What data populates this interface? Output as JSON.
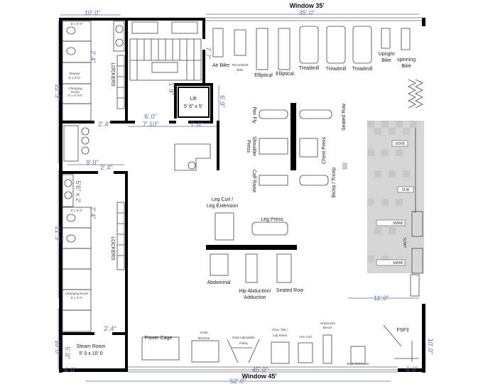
{
  "windows": {
    "top": "Window 35'",
    "bottom": "Window 45'"
  },
  "dimensions": {
    "top_left_width": "10'.0\"",
    "top_window": "35'.0\"",
    "left_upper": "22'.3\"",
    "door_upper_lockers": "2'.4\"",
    "stair_offset": "1'.9\"",
    "stair_wall": "7'.7\"",
    "lift_side": "6'.9\"",
    "opening_inner": "6'.0\"",
    "opening_outer": "7'.10\"",
    "lift_wall": "7'.0\"",
    "door_corridor_upper": "2'.4\"",
    "corridor_width": "9'.0\"",
    "door_corridor_lower": "2'.4\"",
    "left_lower": "21'.3\"",
    "sink_size": "5'6\" x 2'",
    "door_lower_lockers": "2'.4\"",
    "door_steam": "2'.4\"",
    "steam_height": "10'.0\"",
    "steam_inner": "5'.0\"",
    "bottom_left": "4'.0\"",
    "bottom_window": "45'.0\"",
    "total_width": "52'.0\"",
    "bottom_right": "4'.0\"",
    "right_side": "10'.0\"",
    "rack_span": "11'.0\""
  },
  "rooms": {
    "toilet_size_1": "5' x 3' 6\"",
    "shower": "Shower",
    "shower_size": "5' x 3' 6\"",
    "changing": "Changing",
    "changing_room": "Room",
    "changing_size": "5' x 4'-3.5\"",
    "lockers_upper": "LOCKERS",
    "toilet_size_2": "5' x 3' 6\"",
    "lockers_lower": "LOCKERS",
    "changing_lower": "Changing Room",
    "changing_lower_size": "5' x 3' 6\"",
    "steam_room": "Steam Room",
    "steam_size": "5' 0 x 10' 0",
    "lift": "Lift",
    "lift_size": "5' 6\" x 5'"
  },
  "cardio": [
    "Air Bike",
    "Recumbent",
    "Bike",
    "Elliptical",
    "Elliptical",
    "Treadmill",
    "Treadmill",
    "Treadmill",
    "Upright",
    "Bike",
    "spinning",
    "Bike"
  ],
  "machines": {
    "pec_fly": "Pec Fly",
    "shoulder_press_1": "Shoulder",
    "shoulder_press_2": "Press",
    "calf_raise": "Calf Raise",
    "seated_row": "Seated Row",
    "chest_press": "Chest Press",
    "bicep_tricep": "Bicep / Tricep",
    "leg_curl_1": "Leg Curl /",
    "leg_curl_2": "Leg Extension",
    "leg_press": "Leg Press",
    "abdominal": "Abdominal",
    "hip_1": "Hip Abduction/",
    "hip_2": "Adduction",
    "seated_row_2": "Seated Row"
  },
  "racks": [
    "SOFB",
    "SOB",
    "SMAB",
    "SOWT",
    "SMAB"
  ],
  "strength": {
    "power_cage": "Power Cage",
    "smith_1": "Smith",
    "smith_2": "Machine",
    "pulley_1": "Dual Adjustable",
    "pulley_2": "Pulley",
    "chin_1": "Chin / Dip /",
    "chin_2": "Leg Raise",
    "arm_curl": "Arm Curl",
    "ab_bench_1": "Abdominal",
    "ab_bench_2": "Bench",
    "back_ext": "Back Extension",
    "fsf3": "FSF3"
  },
  "colors": {
    "dimension": "#5a6fa8",
    "wall": "#000000",
    "floor_mat": "#d4d4d4"
  }
}
